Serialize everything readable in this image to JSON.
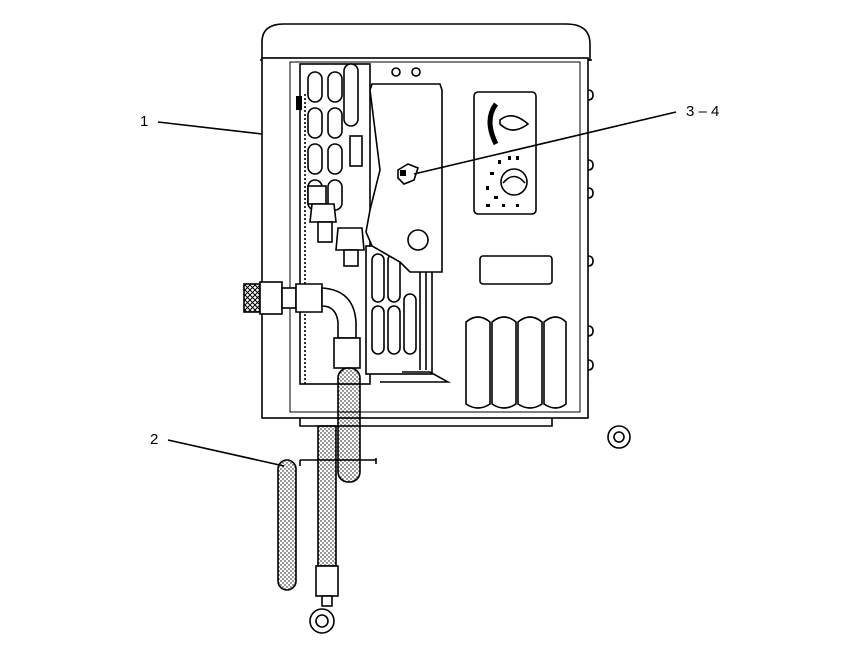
{
  "diagram": {
    "callouts": [
      {
        "label": "1"
      },
      {
        "label": "2"
      },
      {
        "label": "3 – 4"
      }
    ]
  },
  "colors": {
    "line": "#000000",
    "background": "#ffffff"
  }
}
